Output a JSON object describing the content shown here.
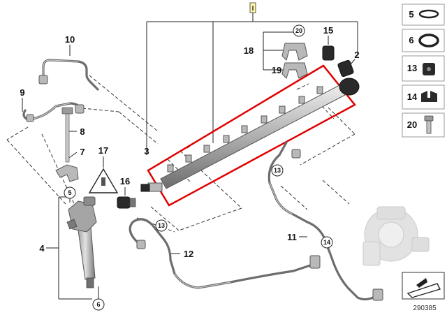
{
  "diagram": {
    "top_marker": "I",
    "callouts": {
      "c2": "2",
      "c3": "3",
      "c4": "4",
      "c7": "7",
      "c8": "8",
      "c9": "9",
      "c10": "10",
      "c11": "11",
      "c12": "12",
      "c15": "15",
      "c16": "16",
      "c17": "17",
      "c18": "18",
      "c19": "19"
    },
    "rings": {
      "r5": "5",
      "r6": "6",
      "r13a": "13",
      "r13b": "13",
      "r14": "14",
      "r20": "20"
    },
    "legend": [
      "5",
      "6",
      "13",
      "14",
      "20"
    ],
    "code": "290385"
  },
  "colors": {
    "highlight": "#e00000",
    "part": "#b9b9b9",
    "rubber": "#2a2a2a"
  }
}
